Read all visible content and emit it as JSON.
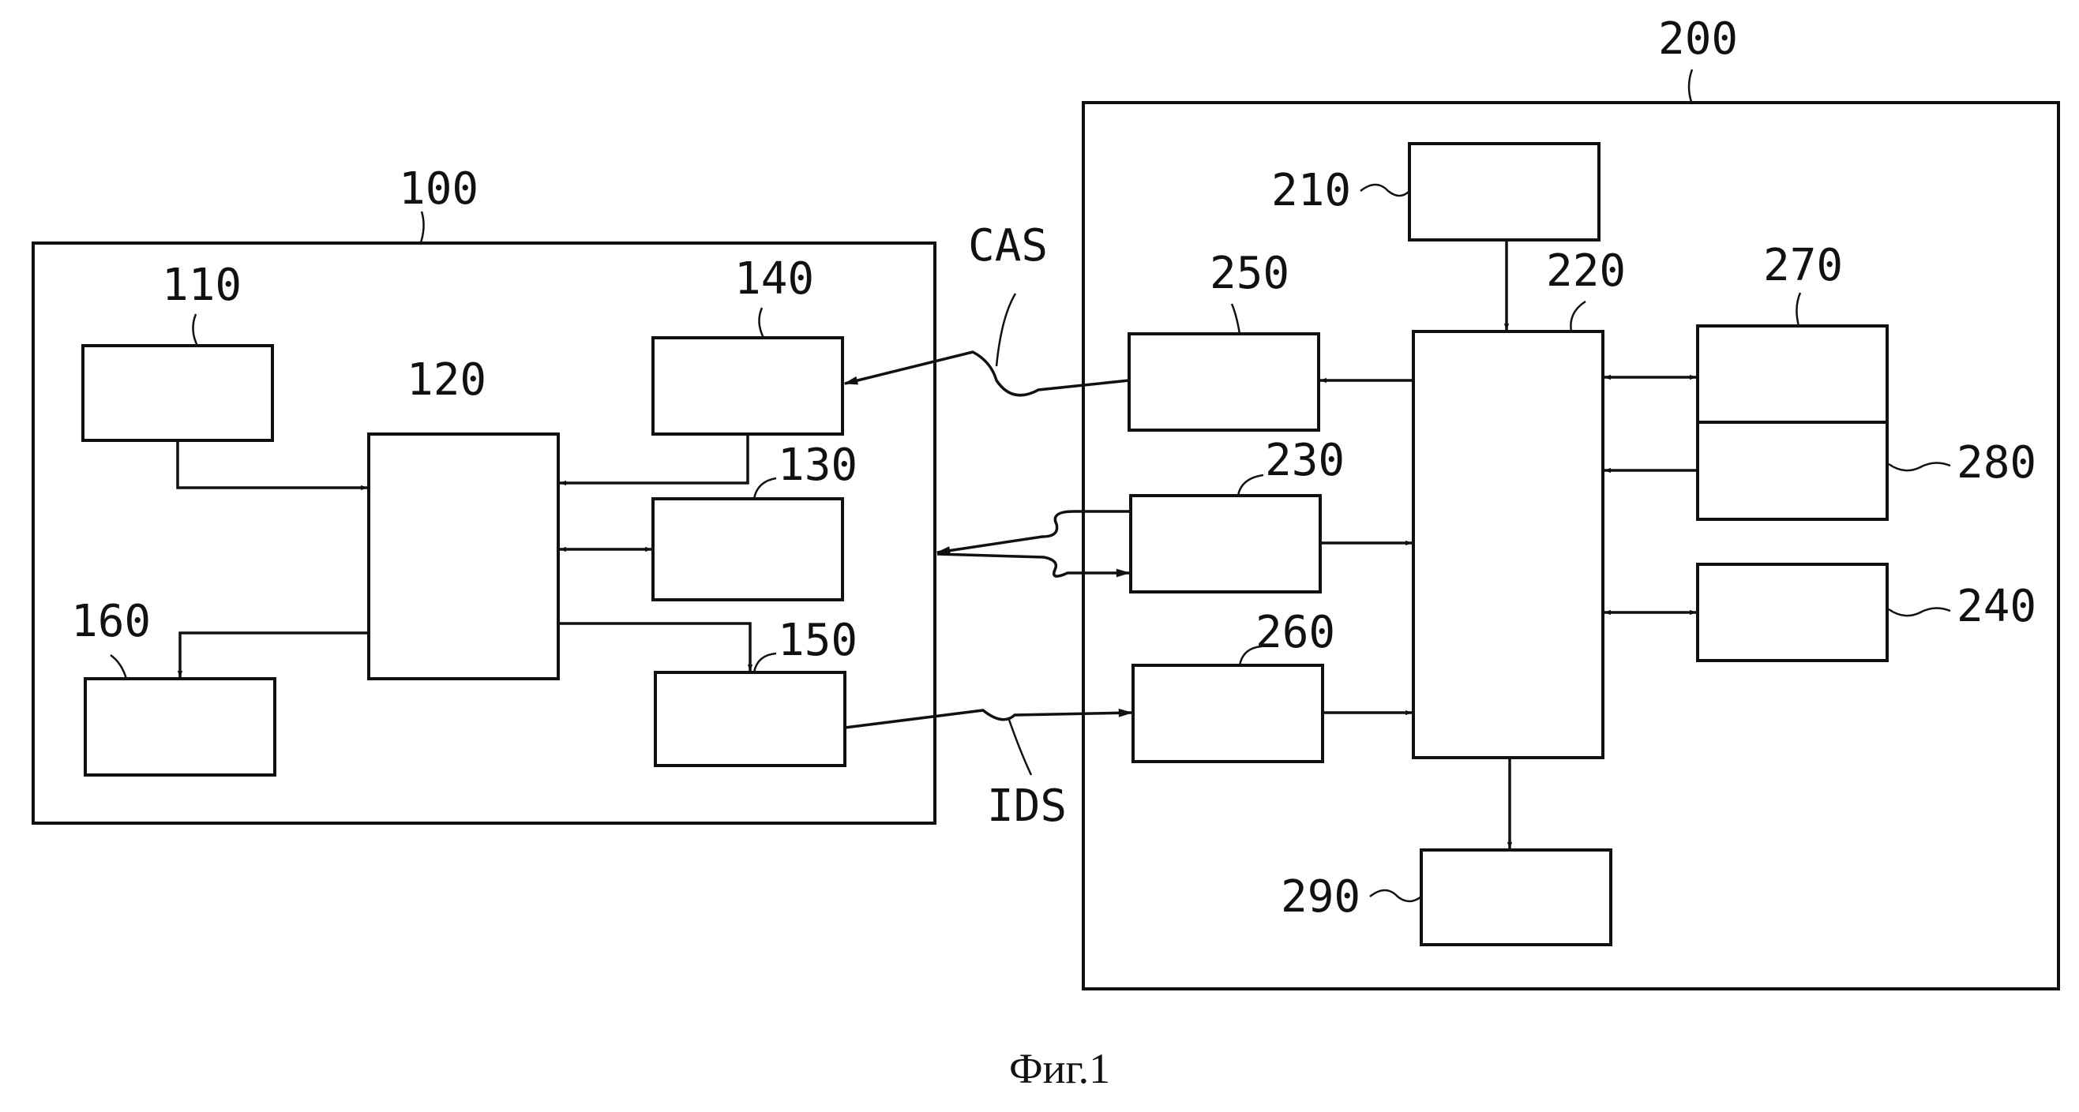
{
  "diagram": {
    "system_100": {
      "label": "100"
    },
    "system_200": {
      "label": "200"
    },
    "blocks": {
      "b110": "110",
      "b120": "120",
      "b130": "130",
      "b140": "140",
      "b150": "150",
      "b160": "160",
      "b210": "210",
      "b220": "220",
      "b230": "230",
      "b240": "240",
      "b250": "250",
      "b260": "260",
      "b270": "270",
      "b280": "280",
      "b290": "290"
    },
    "signals": {
      "cas": "CAS",
      "ids": "IDS"
    },
    "caption": "Фиг.1"
  },
  "colors": {
    "line": "#111111",
    "background": "#ffffff"
  }
}
